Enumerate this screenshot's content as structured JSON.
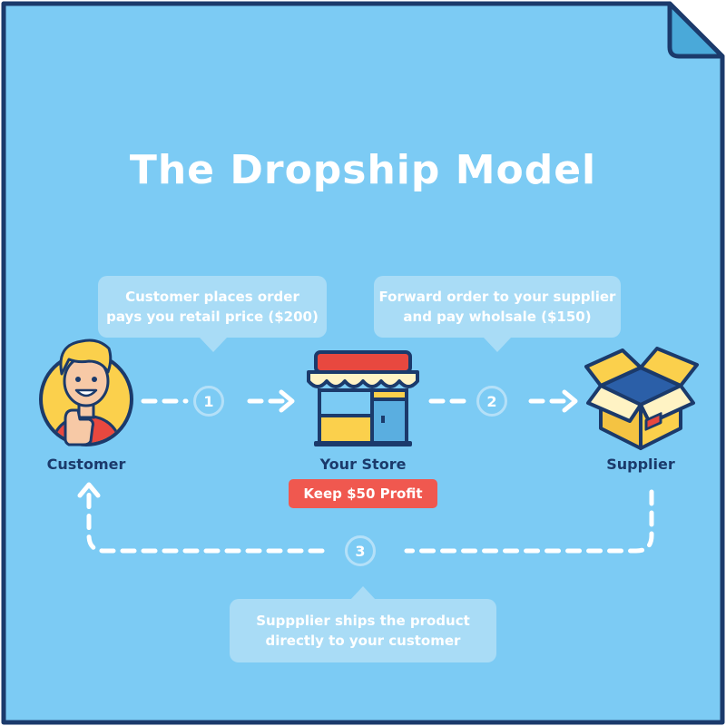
{
  "title": "The Dropship Model",
  "nodes": [
    {
      "label": "Customer",
      "icon": "customer-thumbs-up-icon"
    },
    {
      "label": "Your Store",
      "icon": "storefront-icon"
    },
    {
      "label": "Supplier",
      "icon": "open-box-icon"
    }
  ],
  "steps": [
    {
      "number": "1",
      "lines": [
        "Customer places order",
        "pays you retail price ($200)"
      ]
    },
    {
      "number": "2",
      "lines": [
        "Forward order to your supplier",
        "and pay wholsale ($150)"
      ]
    },
    {
      "number": "3",
      "lines": [
        "Suppplier ships the product",
        "directly to your customer"
      ]
    }
  ],
  "profit_badge": "Keep $50 Profit",
  "colors": {
    "background": "#7ccbf4",
    "border": "#1b3a6b",
    "bubble": "#a9dcf6",
    "profit": "#f0584f",
    "text_dark": "#1b3a6b"
  }
}
